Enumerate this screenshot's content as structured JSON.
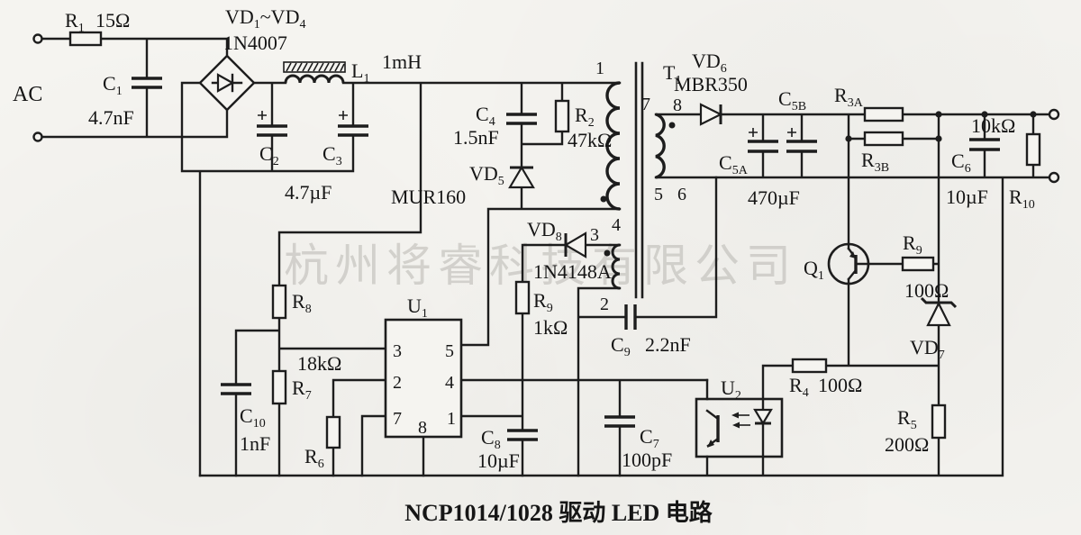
{
  "title": "NCP1014/1028 驱动 LED 电路",
  "watermark": "杭州将睿科技有限公司",
  "ac": "AC",
  "c": {
    "r1": {
      "b": "R",
      "s": "1",
      "v": "15Ω"
    },
    "c1": {
      "b": "C",
      "s": "1",
      "v": "4.7nF"
    },
    "vd14": {
      "p1": "VD",
      "s1": "1",
      "p2": "~VD",
      "s2": "4",
      "v": "1N4007"
    },
    "c2": {
      "b": "C",
      "s": "2"
    },
    "c3": {
      "b": "C",
      "s": "3"
    },
    "c23v": "4.7µF",
    "l1": {
      "b": "L",
      "s": "1",
      "v": "1mH"
    },
    "c4": {
      "b": "C",
      "s": "4",
      "v": "1.5nF"
    },
    "r2": {
      "b": "R",
      "s": "2",
      "v": "47kΩ"
    },
    "vd5": {
      "b": "VD",
      "s": "5",
      "v": "MUR160"
    },
    "t1": {
      "b": "T",
      "s": "1"
    },
    "vd6": {
      "b": "VD",
      "s": "6",
      "v": "MBR350"
    },
    "c5a": {
      "b": "C",
      "s": "5A"
    },
    "c5b": {
      "b": "C",
      "s": "5B"
    },
    "c5v": "470µF",
    "r3a": {
      "b": "R",
      "s": "3A"
    },
    "r3b": {
      "b": "R",
      "s": "3B"
    },
    "vd8": {
      "b": "VD",
      "s": "8",
      "v": "1N4148A"
    },
    "r9b": {
      "b": "R",
      "s": "9",
      "v": "1kΩ"
    },
    "c9": {
      "b": "C",
      "s": "9",
      "v": "2.2nF"
    },
    "u1": {
      "b": "U",
      "s": "1"
    },
    "r8": {
      "b": "R",
      "s": "8"
    },
    "r7": {
      "b": "R",
      "s": "7"
    },
    "r78v": "18kΩ",
    "c10": {
      "b": "C",
      "s": "10",
      "v": "1nF"
    },
    "r6": {
      "b": "R",
      "s": "6"
    },
    "c8": {
      "b": "C",
      "s": "8",
      "v": "10µF"
    },
    "c7": {
      "b": "C",
      "s": "7",
      "v": "100pF"
    },
    "u2": {
      "b": "U",
      "s": "2"
    },
    "r4": {
      "b": "R",
      "s": "4",
      "v": "100Ω"
    },
    "q1": {
      "b": "Q",
      "s": "1"
    },
    "r9": {
      "b": "R",
      "s": "9",
      "v": "100Ω"
    },
    "vd7": {
      "b": "VD",
      "s": "7"
    },
    "r5": {
      "b": "R",
      "s": "5",
      "v": "200Ω"
    },
    "c6": {
      "b": "C",
      "s": "6",
      "v": "10µF"
    },
    "r10": {
      "b": "R",
      "s": "10",
      "v": "10kΩ"
    }
  },
  "t1pins": {
    "n1": "1",
    "n2": "2",
    "n3": "3",
    "n4": "4",
    "n5": "5",
    "n6": "6",
    "n7": "7",
    "n8": "8"
  },
  "u1pins": {
    "n1": "1",
    "n2": "2",
    "n3": "3",
    "n4": "4",
    "n5": "5",
    "n7": "7",
    "n8": "8"
  }
}
